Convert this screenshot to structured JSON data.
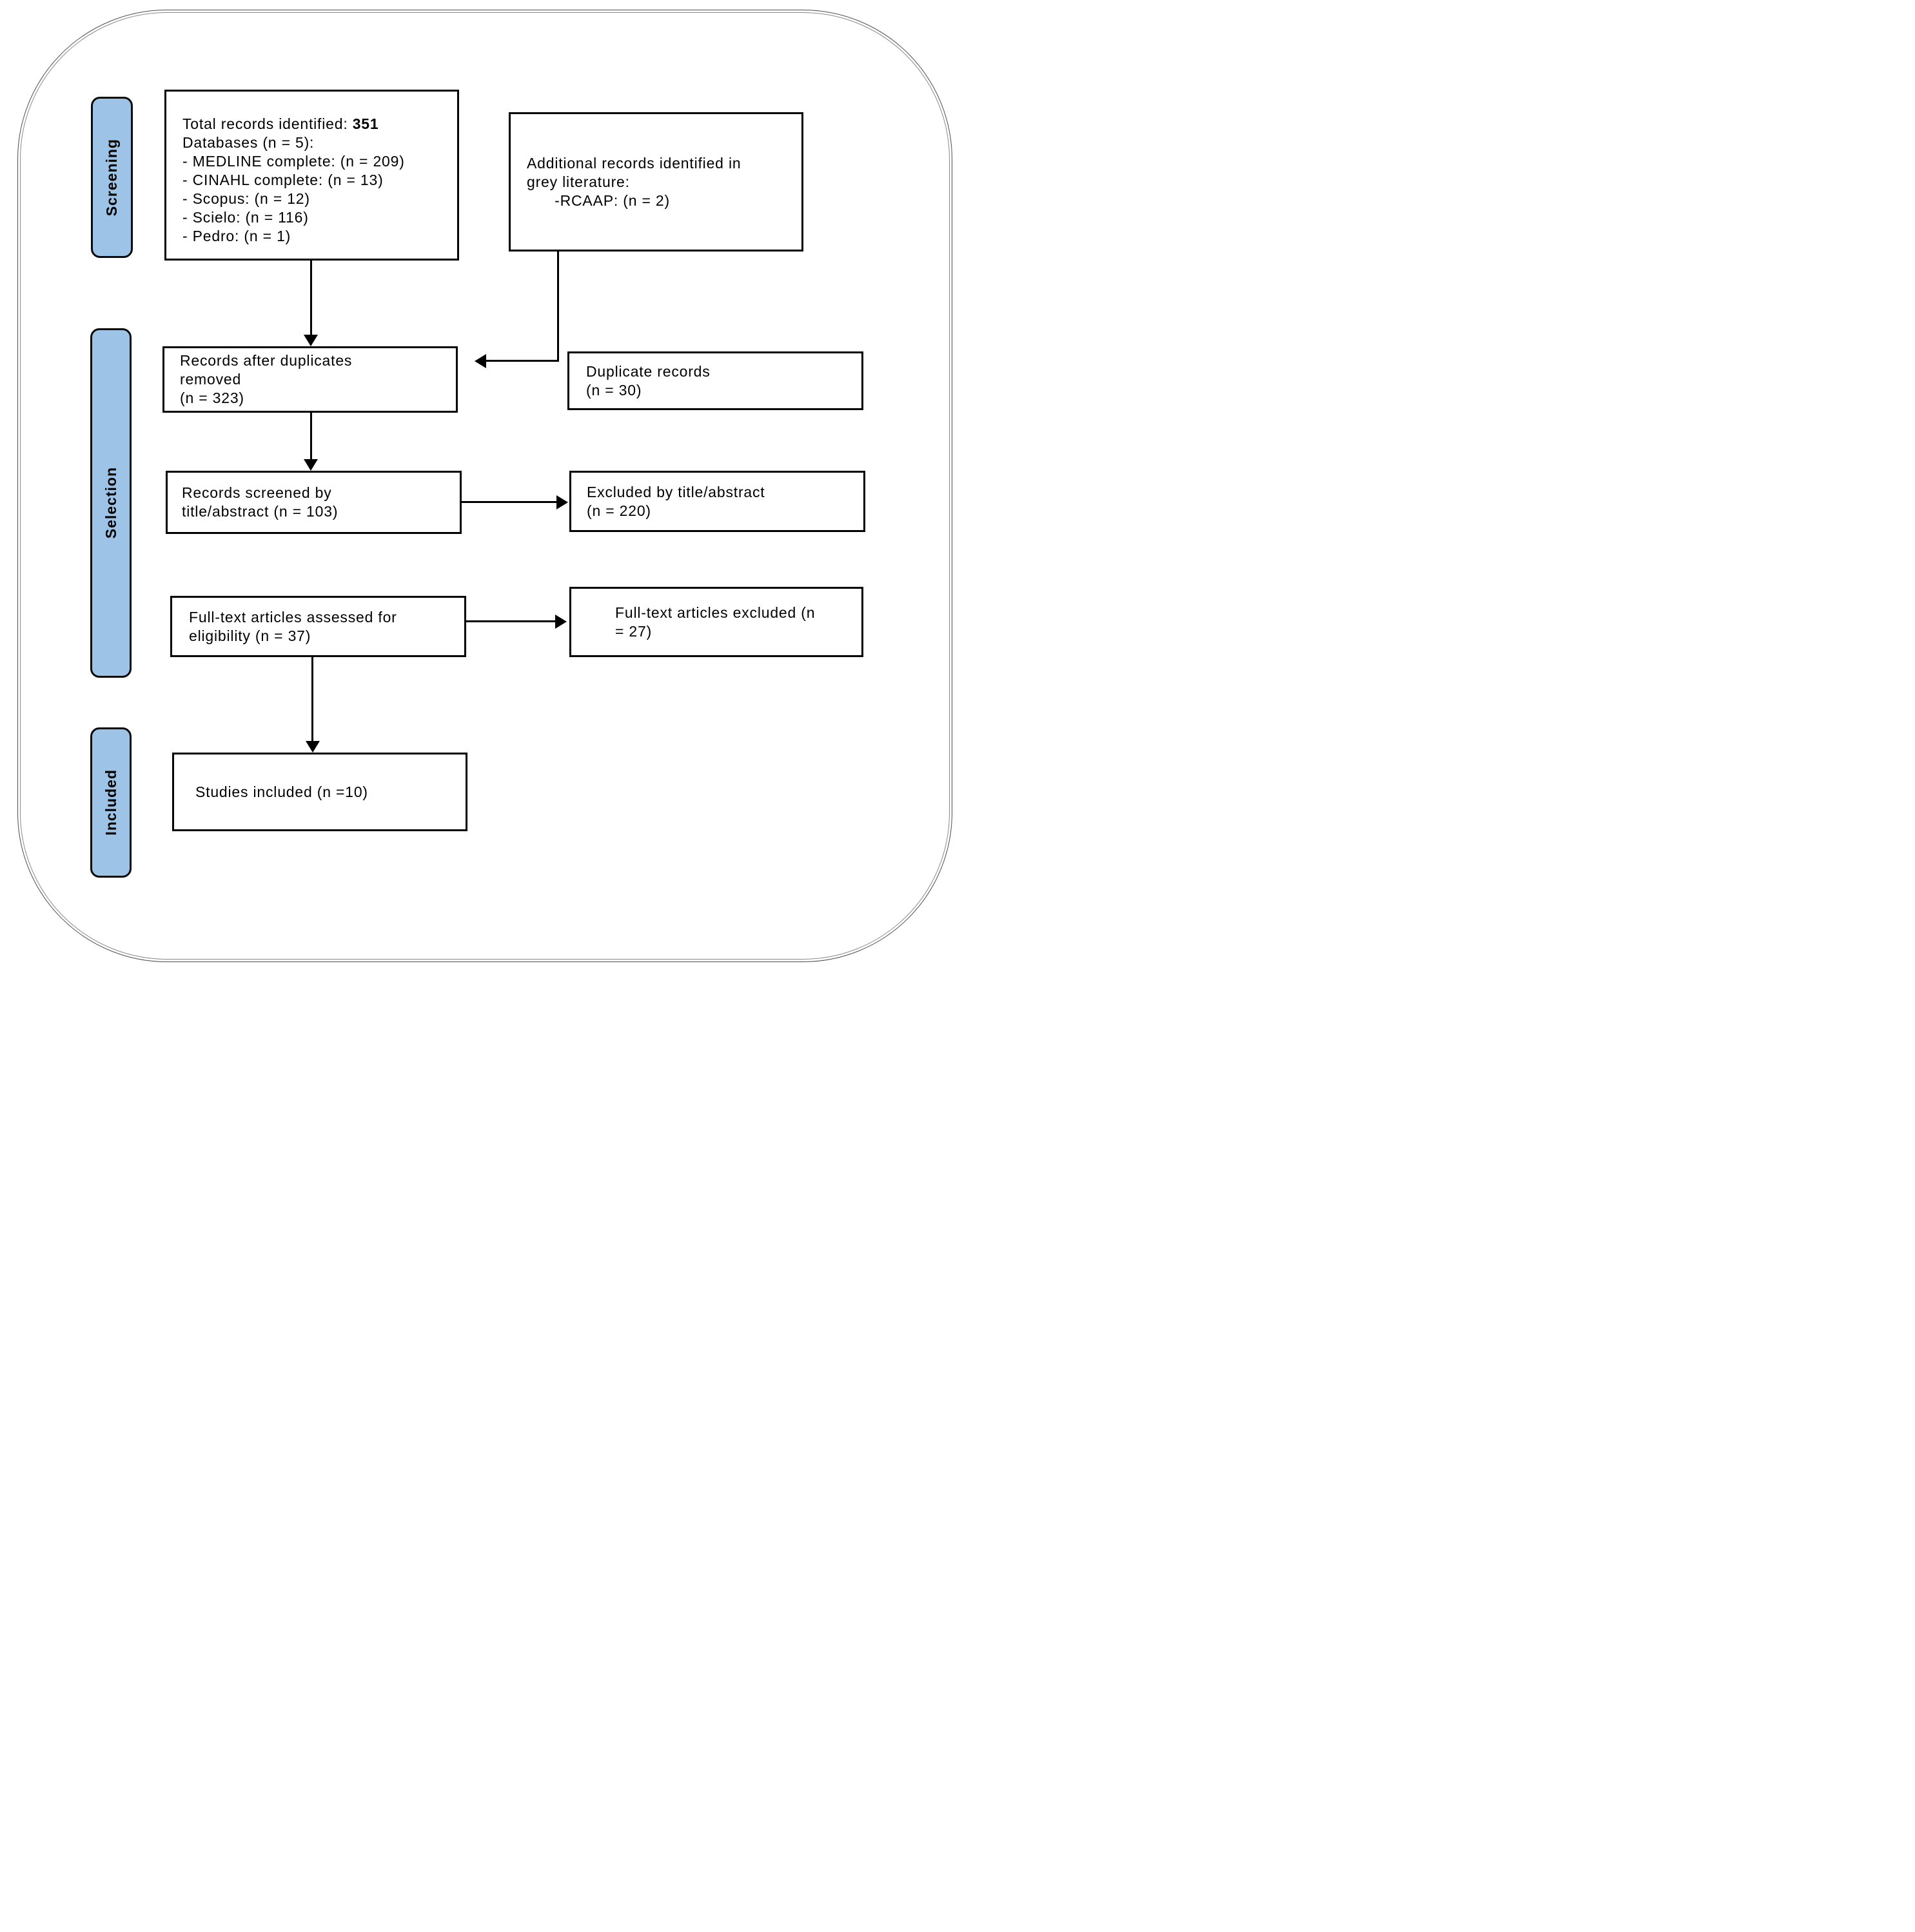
{
  "diagram": {
    "type": "prisma-flow",
    "stages": [
      {
        "id": "screening",
        "label": "Screening"
      },
      {
        "id": "selection",
        "label": "Selection"
      },
      {
        "id": "included",
        "label": "Included"
      }
    ],
    "boxes": {
      "total_records": {
        "prefix": "Total records identified: ",
        "total_bold": "351",
        "details": "Databases (n = 5):\n- MEDLINE complete: (n = 209)\n- CINAHL complete: (n = 13)\n- Scopus: (n = 12)\n- Scielo: (n = 116)\n- Pedro: (n = 1)"
      },
      "grey_literature": {
        "text": "Additional records identified in\ngrey literature:\n      -RCAAP: (n = 2)"
      },
      "after_duplicates": {
        "text": "Records after duplicates\nremoved\n(n = 323)"
      },
      "duplicates": {
        "text": "Duplicate records\n(n = 30)"
      },
      "screened": {
        "text": "Records screened by\ntitle/abstract (n = 103)"
      },
      "excluded_title_abstract": {
        "text": "Excluded by title/abstract\n(n = 220)"
      },
      "fulltext_assessed": {
        "text": "Full-text articles assessed for\neligibility (n = 37)"
      },
      "fulltext_excluded": {
        "text": "Full-text articles excluded (n\n= 27)"
      },
      "studies_included": {
        "text": "Studies included (n =10)"
      }
    },
    "colors": {
      "stage_fill": "#9DC3E6",
      "stage_border": "#000000",
      "box_border": "#000000",
      "connector": "#000000",
      "outer_border": "#595959",
      "background": "#FFFFFF"
    }
  }
}
